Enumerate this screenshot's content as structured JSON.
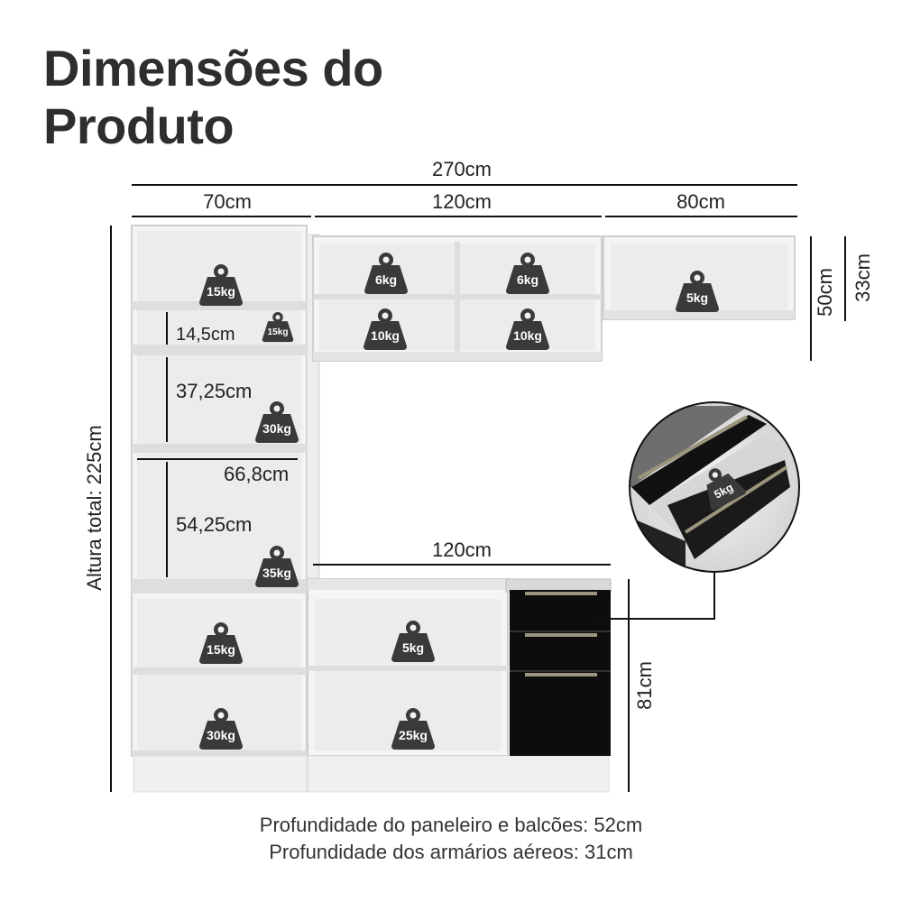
{
  "title": {
    "line1": "Dimensões do",
    "line2": "Produto"
  },
  "dimensions": {
    "total_width": "270cm",
    "panel_width": "70cm",
    "upper_middle_width": "120cm",
    "upper_right_width": "80cm",
    "total_height": "Altura total: 225cm",
    "niche_14": "14,5cm",
    "niche_37": "37,25cm",
    "panel_inner_width": "66,8cm",
    "niche_54": "54,25cm",
    "base_width": "120cm",
    "base_height": "81cm",
    "upper_height": "50cm",
    "upper_right_height": "33cm"
  },
  "weights": {
    "panel_top": "15kg",
    "panel_small": "15kg",
    "panel_mid": "30kg",
    "panel_low": "35kg",
    "panel_base_top": "15kg",
    "panel_base_bottom": "30kg",
    "upper_tl": "6kg",
    "upper_tr": "6kg",
    "upper_bl": "10kg",
    "upper_br": "10kg",
    "upper_right": "5kg",
    "base_shelf": "5kg",
    "base_bottom": "25kg",
    "drawer": "5kg"
  },
  "footer": {
    "depth_panel": "Profundidade do paneleiro e balcões: 52cm",
    "depth_upper": "Profundidade dos armários aéreos: 31cm"
  },
  "colors": {
    "cabinet": "#f2f2f2",
    "cabinet_edge": "#c9c9c9",
    "drawer_front": "#0d0d0d",
    "weight_icon": "#3a3a3a",
    "line": "#111111"
  }
}
